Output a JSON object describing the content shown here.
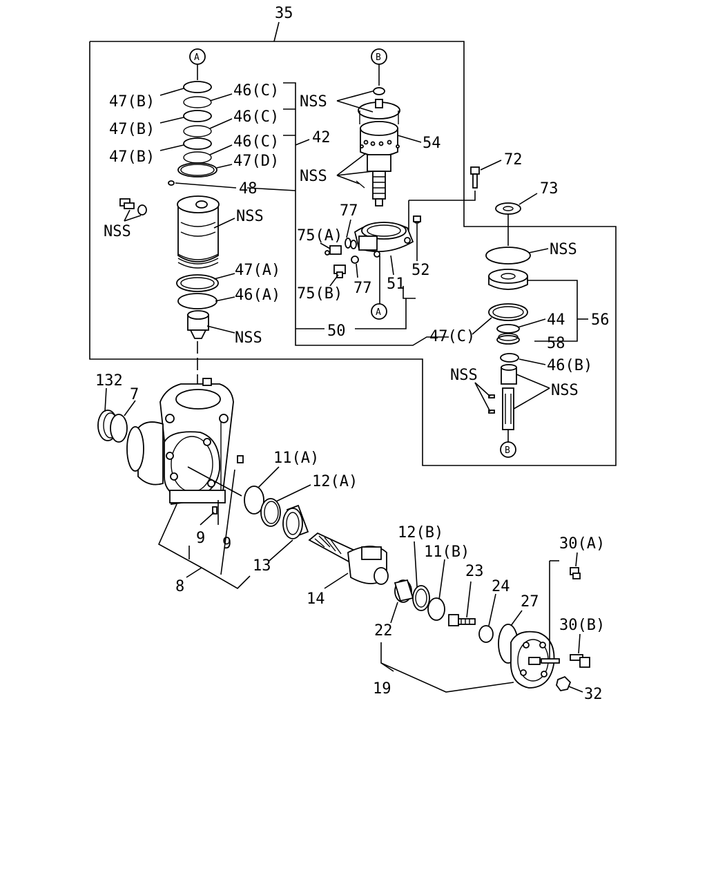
{
  "callouts": {
    "c35": "35",
    "c47b_1": "47(B)",
    "c47b_2": "47(B)",
    "c47b_3": "47(B)",
    "c46c_1": "46(C)",
    "c46c_2": "46(C)",
    "c46c_3": "46(C)",
    "c47d": "47(D)",
    "c42": "42",
    "c48": "48",
    "nss_1": "NSS",
    "nss_2": "NSS",
    "nss_3": "NSS",
    "nss_4": "NSS",
    "nss_5": "NSS",
    "nss_6": "NSS",
    "nss_7": "NSS",
    "nss_8": "NSS",
    "c47a": "47(A)",
    "c46a": "46(A)",
    "c54": "54",
    "c77_1": "77",
    "c77_2": "77",
    "c75a": "75(A)",
    "c75b": "75(B)",
    "c51": "51",
    "c52": "52",
    "c50": "50",
    "c72": "72",
    "c73": "73",
    "c56": "56",
    "c44": "44",
    "c58": "58",
    "c47c": "47(C)",
    "c46b": "46(B)",
    "c132": "132",
    "c7": "7",
    "c11a": "11(A)",
    "c12a": "12(A)",
    "c9_1": "9",
    "c9_2": "9",
    "c13": "13",
    "c8": "8",
    "c14": "14",
    "c12b": "12(B)",
    "c11b": "11(B)",
    "c23": "23",
    "c24": "24",
    "c27": "27",
    "c22": "22",
    "c30a": "30(A)",
    "c30b": "30(B)",
    "c19": "19",
    "c32": "32"
  },
  "markers": {
    "a_top": "A",
    "b_top": "B",
    "a_bottom": "A",
    "b_bottom": "B"
  }
}
